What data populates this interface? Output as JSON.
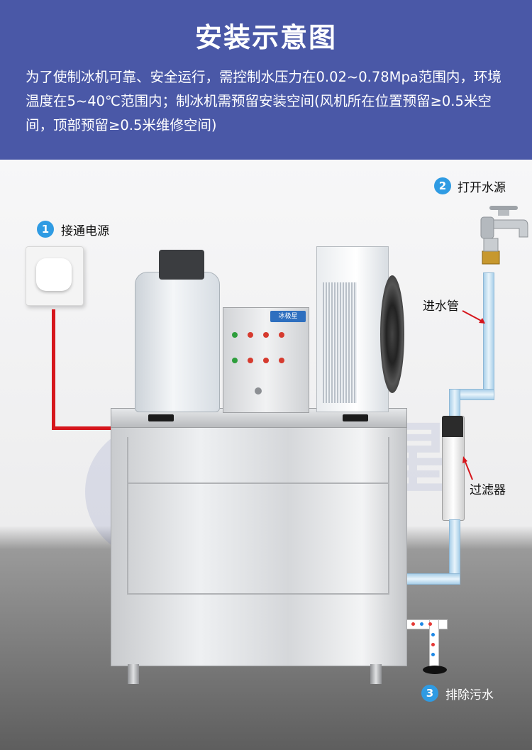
{
  "header": {
    "title": "安装示意图",
    "description": "为了使制冰机可靠、安全运行，需控制水压力在0.02~0.78Mpa范围内，环境温度在5~40℃范围内；制冰机需预留安装空间(风机所在位置预留≥0.5米空间，顶部预留≥0.5米维修空间)"
  },
  "steps": [
    {
      "number": "1",
      "label": "接通电源"
    },
    {
      "number": "2",
      "label": "打开水源"
    },
    {
      "number": "3",
      "label": "排除污水"
    }
  ],
  "callouts": {
    "inlet_pipe": "进水管",
    "filter": "过滤器"
  },
  "brand": {
    "panel_logo": "冰极星",
    "watermark": "冰极星"
  },
  "colors": {
    "header_bg": "#4a58a7",
    "badge": "#2f9be3",
    "power_wire": "#d6161c"
  }
}
